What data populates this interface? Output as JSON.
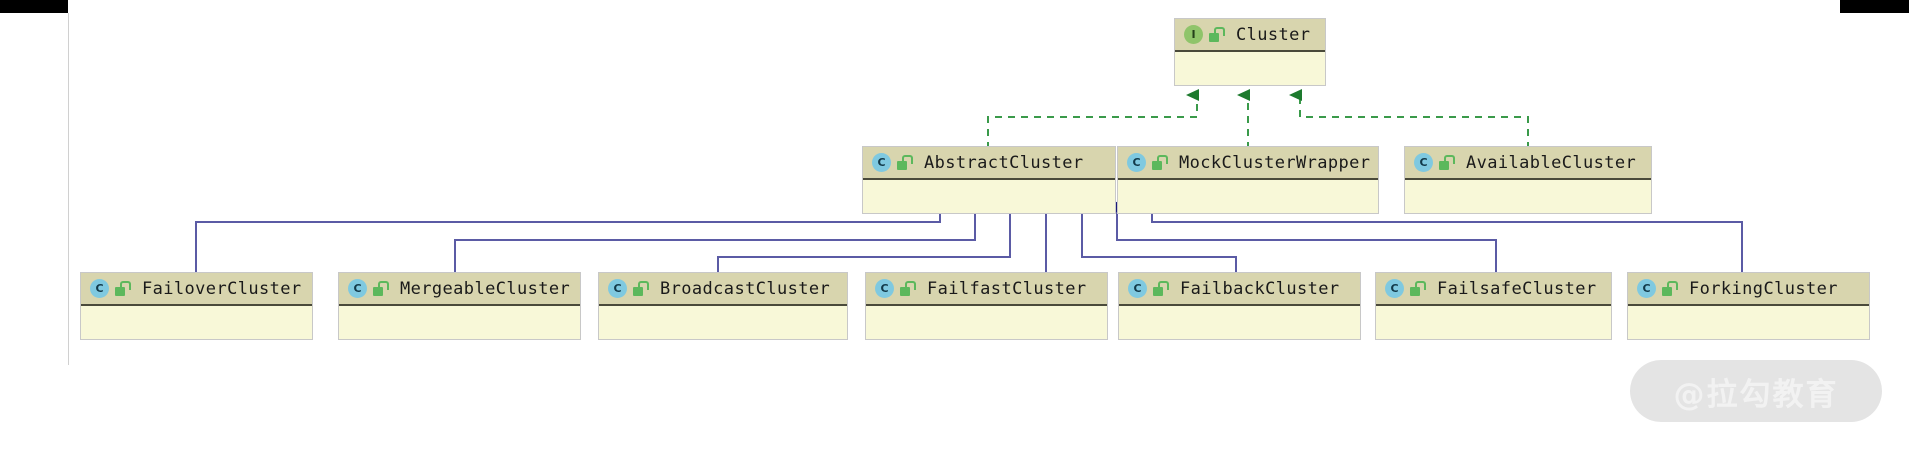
{
  "diagram": {
    "kind": "uml-class-hierarchy",
    "background": "#ffffff",
    "node_header_color": "#d8d5ae",
    "node_body_color": "#f8f8d8",
    "inheritance_line_color": "#5b5ba5",
    "realization_line_color": "#3a9a4a",
    "interface_badge_color": "#8fc46a",
    "class_badge_color": "#7fc9e0",
    "visibility_icon": "public-unlock-icon"
  },
  "badges": {
    "interface_letter": "I",
    "class_letter": "C"
  },
  "nodes": {
    "root": {
      "name": "Cluster",
      "stereotype": "interface",
      "badge": "I"
    },
    "middle": [
      {
        "name": "AbstractCluster",
        "stereotype": "class",
        "badge": "C"
      },
      {
        "name": "MockClusterWrapper",
        "stereotype": "class",
        "badge": "C"
      },
      {
        "name": "AvailableCluster",
        "stereotype": "class",
        "badge": "C"
      }
    ],
    "leaves": [
      {
        "name": "FailoverCluster",
        "stereotype": "class",
        "badge": "C"
      },
      {
        "name": "MergeableCluster",
        "stereotype": "class",
        "badge": "C"
      },
      {
        "name": "BroadcastCluster",
        "stereotype": "class",
        "badge": "C"
      },
      {
        "name": "FailfastCluster",
        "stereotype": "class",
        "badge": "C"
      },
      {
        "name": "FailbackCluster",
        "stereotype": "class",
        "badge": "C"
      },
      {
        "name": "FailsafeCluster",
        "stereotype": "class",
        "badge": "C"
      },
      {
        "name": "ForkingCluster",
        "stereotype": "class",
        "badge": "C"
      }
    ]
  },
  "watermark": {
    "text": "@拉勾教育"
  }
}
